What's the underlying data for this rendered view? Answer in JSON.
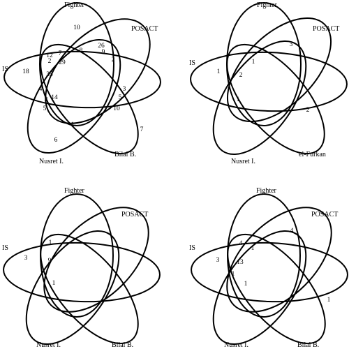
{
  "diagrams": [
    {
      "id": "top-left",
      "labels": [
        "Fighter",
        "POSACT",
        "IS",
        "Nusret I.",
        "Bilal B."
      ],
      "counts": [
        "10",
        "26",
        "12",
        "7",
        "8",
        "9",
        "29",
        "2",
        "2",
        "18",
        "35",
        "4",
        "14",
        "3",
        "2",
        "5",
        "5",
        "10",
        "1",
        "7",
        "6"
      ]
    },
    {
      "id": "top-right",
      "labels": [
        "Fighter",
        "POSACT",
        "IS",
        "Nusret I.",
        "el-Furkan"
      ],
      "counts": [
        "3",
        "1",
        "1",
        "2",
        "1",
        "2"
      ]
    },
    {
      "id": "bottom-left",
      "labels": [
        "Fighter",
        "POSACT",
        "IS",
        "Nusret I.",
        "Bilal B."
      ],
      "counts": [
        "1",
        "3",
        "9",
        "1"
      ]
    },
    {
      "id": "bottom-right",
      "labels": [
        "Fighter",
        "POSACT",
        "IS",
        "Nusret I.",
        "Bilal B."
      ],
      "counts": [
        "4",
        "4",
        "1",
        "3",
        "13",
        "1",
        "1",
        "1"
      ]
    }
  ]
}
